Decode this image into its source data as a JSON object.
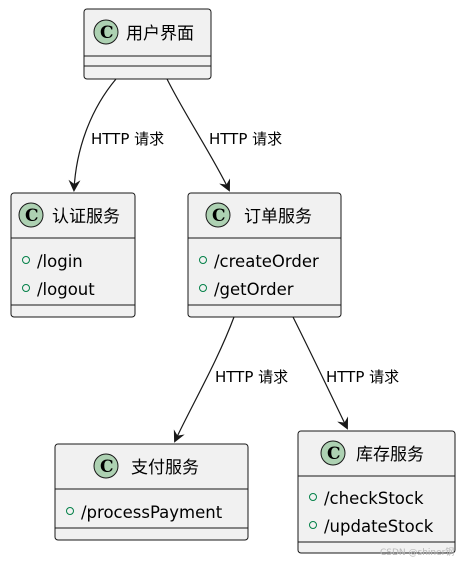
{
  "classes": {
    "ui": {
      "name": "用户界面",
      "stereotype": "C",
      "methods": []
    },
    "auth": {
      "name": "认证服务",
      "stereotype": "C",
      "methods": [
        "/login",
        "/logout"
      ]
    },
    "order": {
      "name": "订单服务",
      "stereotype": "C",
      "methods": [
        "/createOrder",
        "/getOrder"
      ]
    },
    "payment": {
      "name": "支付服务",
      "stereotype": "C",
      "methods": [
        "/processPayment"
      ]
    },
    "inventory": {
      "name": "库存服务",
      "stereotype": "C",
      "methods": [
        "/checkStock",
        "/updateStock"
      ]
    }
  },
  "edges": [
    {
      "from": "用户界面",
      "to": "认证服务",
      "label": "HTTP 请求"
    },
    {
      "from": "用户界面",
      "to": "订单服务",
      "label": "HTTP 请求"
    },
    {
      "from": "订单服务",
      "to": "支付服务",
      "label": "HTTP 请求"
    },
    {
      "from": "订单服务",
      "to": "库存服务",
      "label": "HTTP 请求"
    }
  ],
  "watermark": "CSDN @shiner钢",
  "colors": {
    "class_fill": "#f1f1f1",
    "circle_fill": "#add1b2",
    "visibility_public": "#038048"
  }
}
